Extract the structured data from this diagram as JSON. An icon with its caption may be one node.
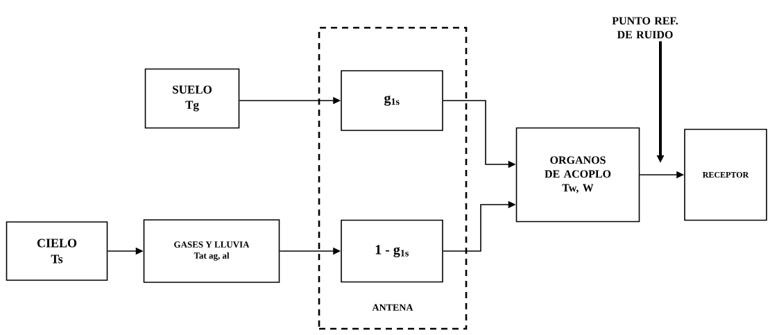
{
  "diagram": {
    "nodes": [
      {
        "text": [
          "SUELO",
          "Tg"
        ]
      },
      {
        "text": [
          "CIELO",
          "Ts"
        ]
      },
      {
        "text": [
          "GASES Y LLUVIA",
          "Tat ag, al"
        ]
      },
      {
        "text": [
          "ANTENA"
        ]
      },
      {
        "text": [
          "g$_{1s}$"
        ],
        "in": 3
      },
      {
        "text": [
          "1 - g$_{1s}$"
        ],
        "in": 3
      },
      {
        "text": [
          "ORGANOS DE ACOPLO",
          "Tw, W"
        ]
      },
      {
        "text": [
          "RECEPTOR"
        ]
      },
      {
        "text": [
          "PUNTO REF. DE RUIDO"
        ]
      }
    ],
    "edges": [
      {
        "from": 0,
        "to": 4,
        "arrow": "to"
      },
      {
        "from": 1,
        "to": 2,
        "arrow": "to"
      },
      {
        "from": 2,
        "to": 5,
        "arrow": "to"
      },
      {
        "from": 4,
        "to": 6,
        "arrow": "to"
      },
      {
        "from": 5,
        "to": 6,
        "arrow": "to"
      },
      {
        "from": 6,
        "to": 7,
        "arrow": "to"
      },
      {
        "from": 8,
        "to": null,
        "arrow": "to",
        "style": "thick"
      }
    ]
  }
}
